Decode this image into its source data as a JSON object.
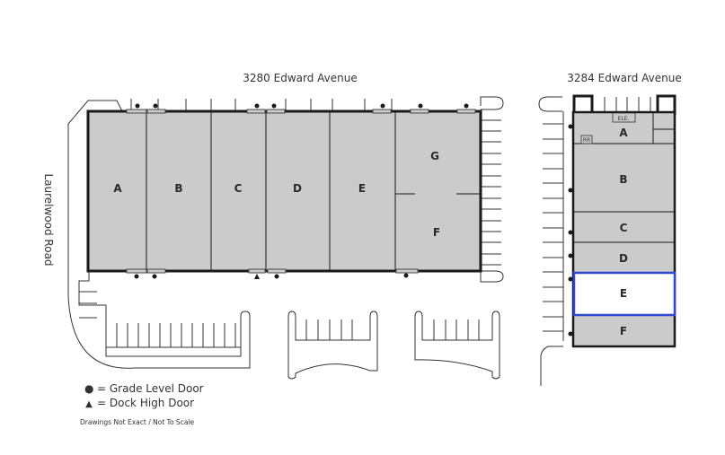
{
  "buildings": [
    {
      "address": "3280 Edward Avenue",
      "units": [
        {
          "label": "A"
        },
        {
          "label": "B"
        },
        {
          "label": "C"
        },
        {
          "label": "D"
        },
        {
          "label": "E"
        },
        {
          "label": "G"
        },
        {
          "label": "F"
        }
      ]
    },
    {
      "address": "3284 Edward Avenue",
      "units": [
        {
          "label": "A"
        },
        {
          "label": "B"
        },
        {
          "label": "C"
        },
        {
          "label": "D"
        },
        {
          "label": "E",
          "highlighted": true
        },
        {
          "label": "F"
        }
      ],
      "rooms": {
        "elevator": "ELE.",
        "restroom": "RR"
      }
    }
  ],
  "road": "Laurelwood Road",
  "legend": {
    "grade_symbol": "●",
    "grade_label": "= Grade Level Door",
    "dock_symbol": "▲",
    "dock_label": "= Dock High Door"
  },
  "note": "Drawings Not Exact / Not To Scale",
  "colors": {
    "unit_fill": "#cbcbcb",
    "wall": "#1a1a1a",
    "highlight": "#2f48d0",
    "highlight_fill": "#ffffff"
  }
}
